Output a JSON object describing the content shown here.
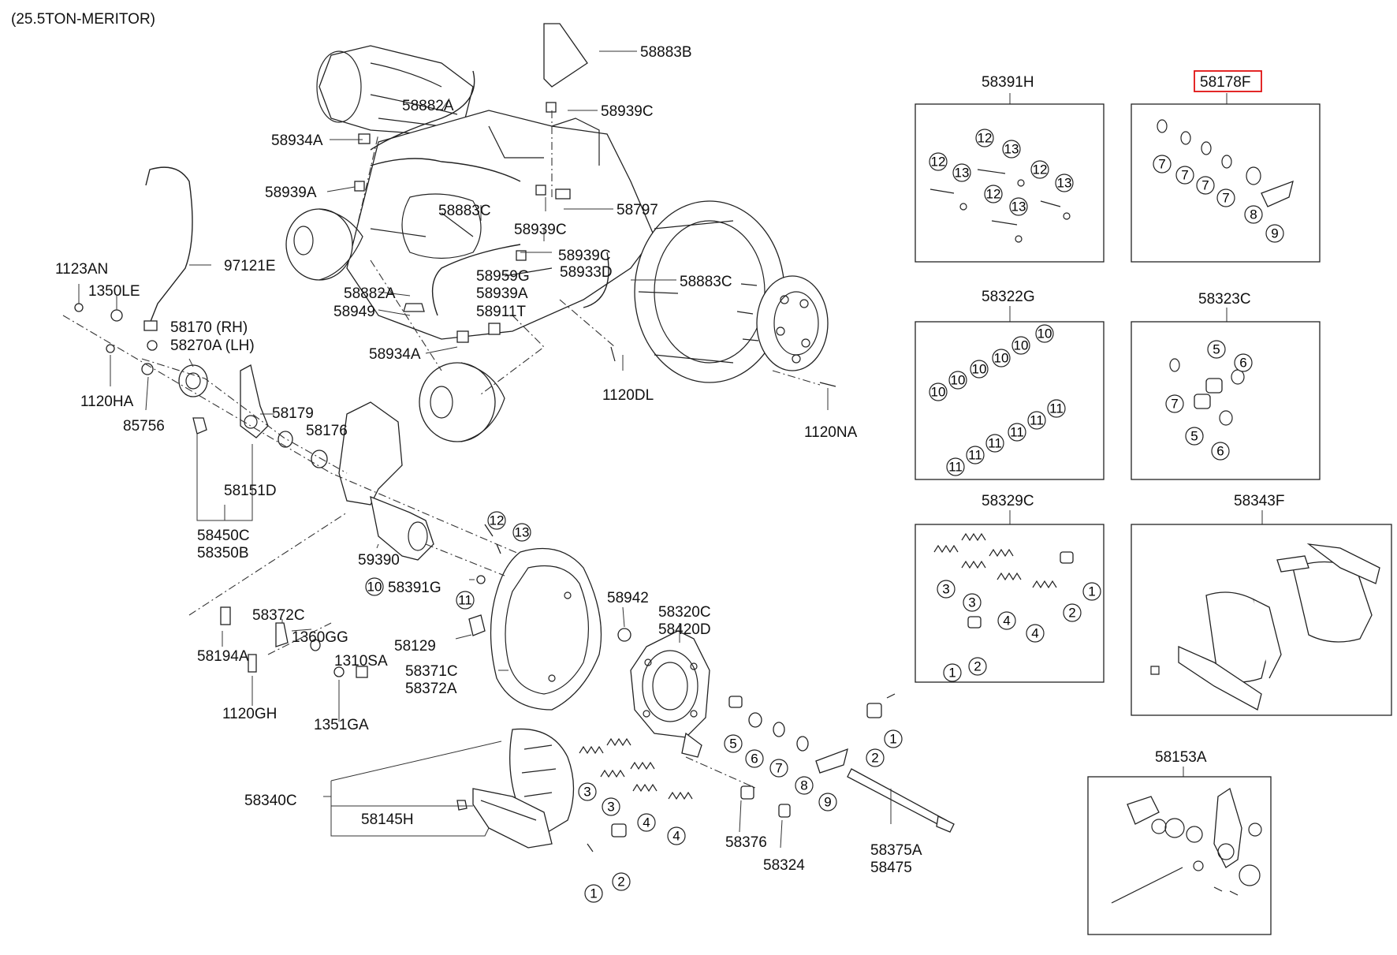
{
  "header": {
    "title": "(25.5TON-MERITOR)"
  },
  "highlight_color": "#e01010",
  "line_color": "#222222",
  "labels": {
    "p58883B": "58883B",
    "p58882A_top": "58882A",
    "p58939C_top": "58939C",
    "p58934A_top": "58934A",
    "p58939A": "58939A",
    "p58883C_mid": "58883C",
    "p58939C_mid": "58939C",
    "p58797": "58797",
    "p58939C_low": "58939C",
    "p58959G": "58959G",
    "p58933D": "58933D",
    "p58939A_2": "58939A",
    "p58911T": "58911T",
    "p58883C_right": "58883C",
    "p58882A_low": "58882A",
    "p58949": "58949",
    "p58934A_low": "58934A",
    "p1120DL": "1120DL",
    "p1120NA": "1120NA",
    "p97121E": "97121E",
    "p1123AN": "1123AN",
    "p1350LE": "1350LE",
    "p58170": "58170 (RH)",
    "p58270A": "58270A (LH)",
    "p1120HA": "1120HA",
    "p85756": "85756",
    "p58179": "58179",
    "p58176": "58176",
    "p58151D": "58151D",
    "p58450C": "58450C",
    "p58350B": "58350B",
    "p59390": "59390",
    "p58391G": "58391G",
    "p58942": "58942",
    "p58320C": "58320C",
    "p58420D": "58420D",
    "p58372C": "58372C",
    "p58194A": "58194A",
    "p1360GG": "1360GG",
    "p58129": "58129",
    "p1310SA": "1310SA",
    "p58371C": "58371C",
    "p58372A": "58372A",
    "p1120GH": "1120GH",
    "p1351GA": "1351GA",
    "p58340C": "58340C",
    "p58145H": "58145H",
    "p58376": "58376",
    "p58324": "58324",
    "p58375A": "58375A",
    "p58475": "58475"
  },
  "kits": {
    "k1": "58391H",
    "k2": "58178F",
    "k3": "58322G",
    "k4": "58323C",
    "k5": "58329C",
    "k6": "58343F",
    "k7": "58153A"
  },
  "callouts": {
    "n1": "1",
    "n2": "2",
    "n3": "3",
    "n4": "4",
    "n5": "5",
    "n6": "6",
    "n7": "7",
    "n8": "8",
    "n9": "9",
    "n10": "10",
    "n11": "11",
    "n12": "12",
    "n13": "13"
  }
}
